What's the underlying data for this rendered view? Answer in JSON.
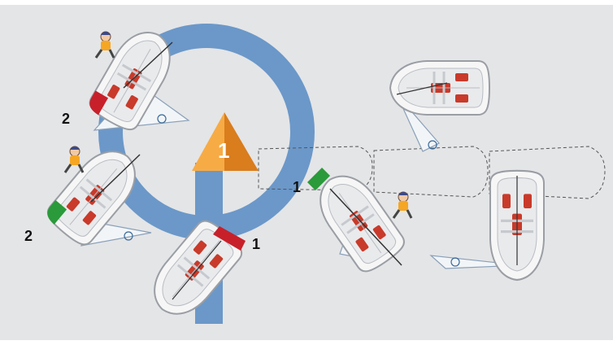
{
  "colors": {
    "background": "#e4e5e7",
    "course_track": "#6b98c9",
    "mark": "#f39a2e",
    "hull": "#f6f6f6",
    "hull_outline": "#9a9ea4",
    "sail": "#f2f5f8",
    "port_light": "#c8202a",
    "starboard_light": "#2a9a3a",
    "seat": "#c93a2a"
  },
  "mark": {
    "label": "1"
  },
  "boats": [
    {
      "id": "boat-top-left",
      "label": "2"
    },
    {
      "id": "boat-mid-left",
      "label": "2"
    },
    {
      "id": "boat-bottom-center",
      "label": "1"
    },
    {
      "id": "boat-right-center",
      "label": "1"
    },
    {
      "id": "boat-top-right",
      "label": ""
    },
    {
      "id": "boat-bottom-right",
      "label": ""
    }
  ]
}
